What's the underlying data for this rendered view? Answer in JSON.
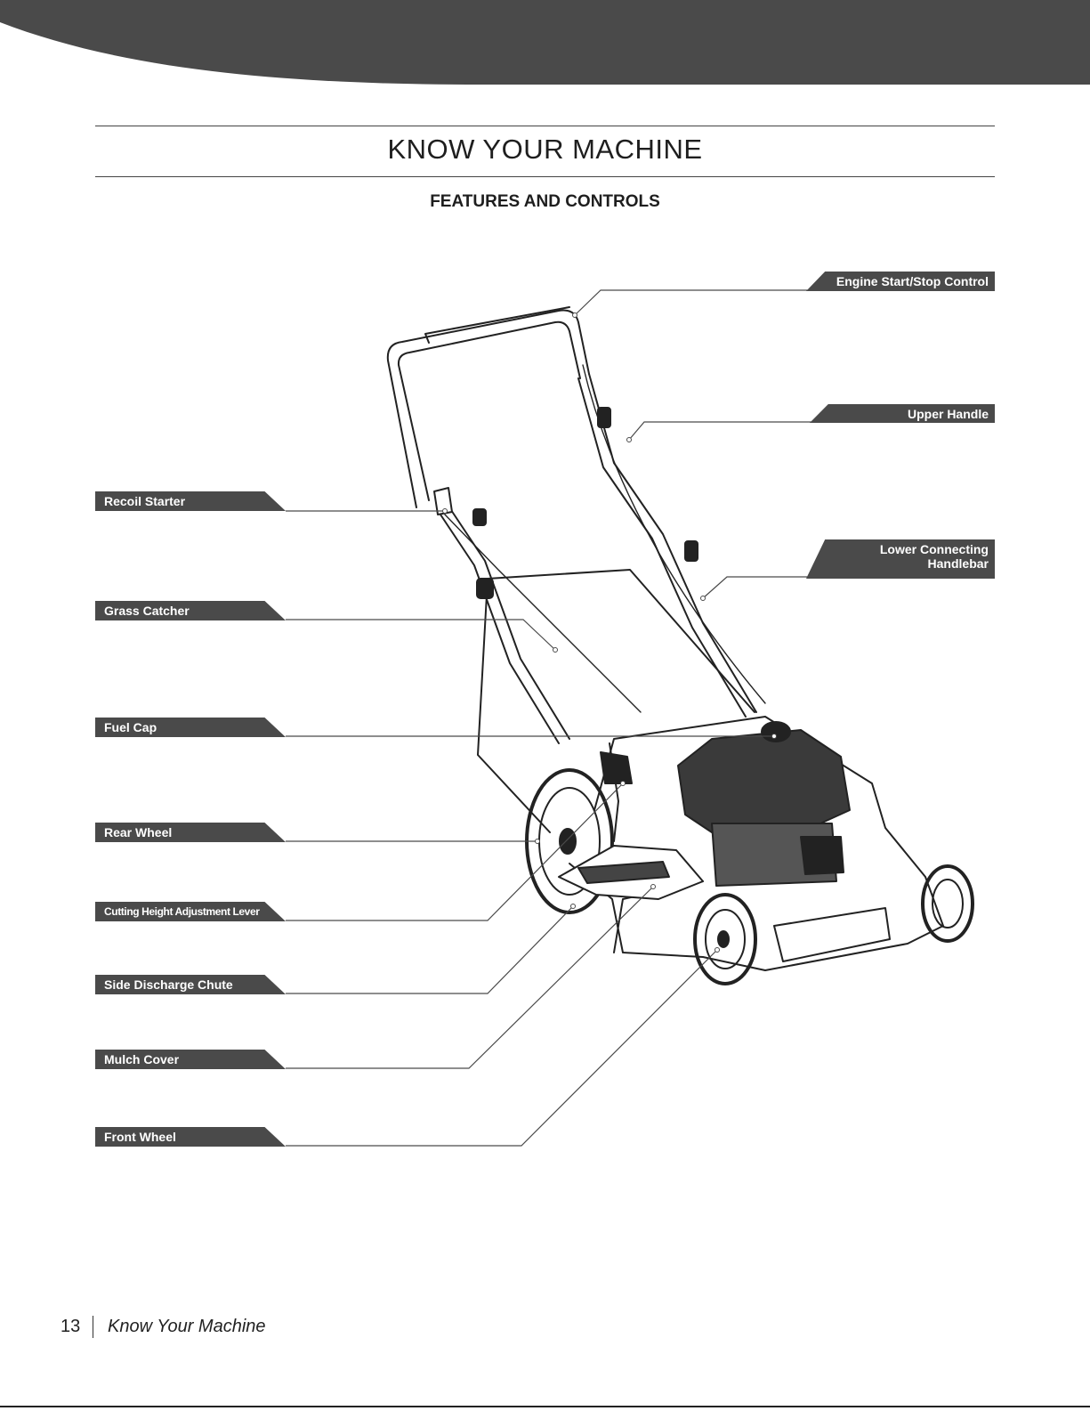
{
  "header": {
    "page_title": "KNOW YOUR MACHINE",
    "section_title": "FEATURES AND CONTROLS"
  },
  "labels": {
    "engine_start_stop": "Engine Start/Stop Control",
    "upper_handle": "Upper Handle",
    "lower_connecting_line1": "Lower Connecting",
    "lower_connecting_line2": "Handlebar",
    "recoil_starter": "Recoil Starter",
    "grass_catcher": "Grass Catcher",
    "fuel_cap": "Fuel Cap",
    "rear_wheel": "Rear Wheel",
    "cutting_height": "Cutting Height Adjustment Lever",
    "side_discharge": "Side Discharge Chute",
    "mulch_cover": "Mulch Cover",
    "front_wheel": "Front Wheel"
  },
  "footer": {
    "page_number": "13",
    "section_name": "Know Your Machine"
  },
  "colors": {
    "banner": "#4a4a4a",
    "label_background": "#4a4a4a",
    "label_text": "#ffffff"
  }
}
